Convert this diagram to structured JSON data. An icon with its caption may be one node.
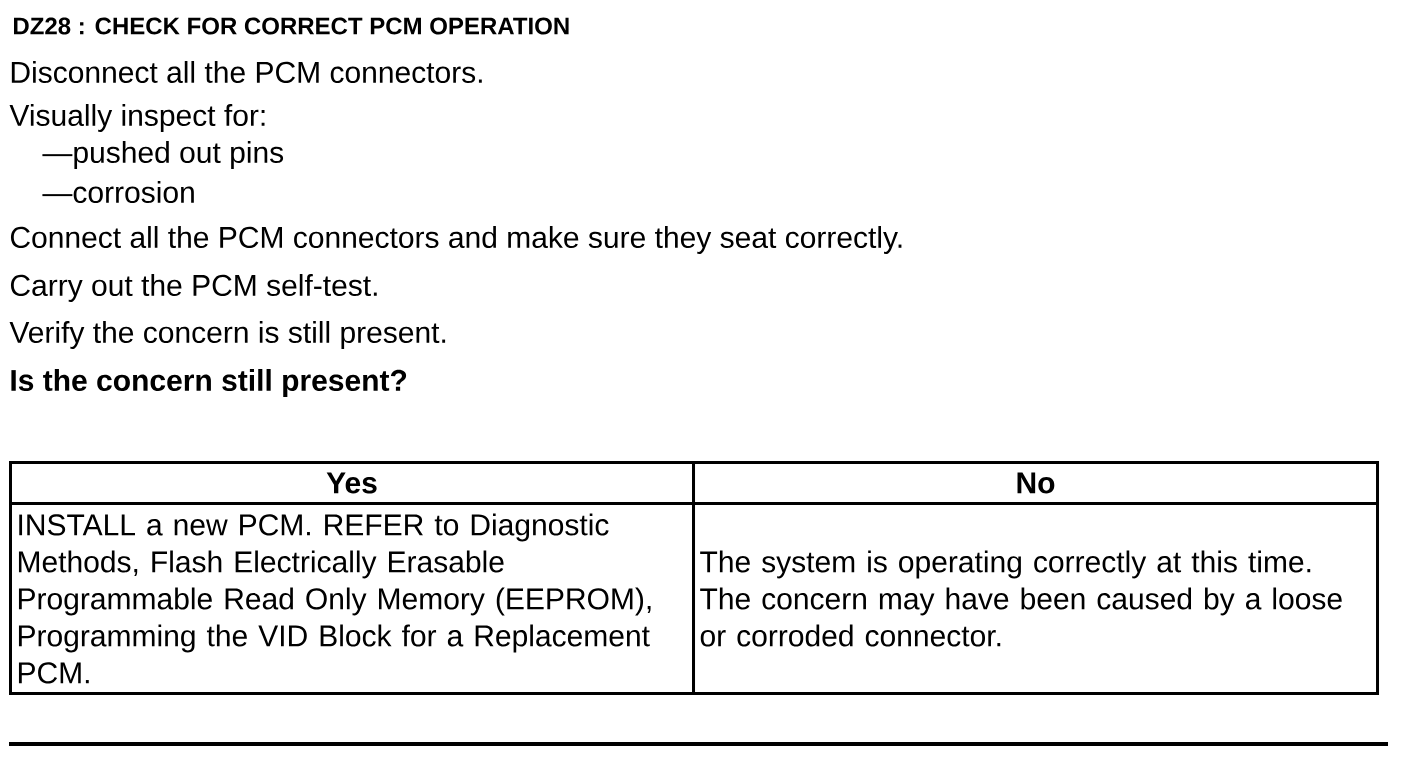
{
  "diagram": {
    "title": "DZ28 : CHECK FOR CORRECT PCM OPERATION",
    "labels": [
      "Disconnect all the PCM connectors.",
      "Visually inspect for:",
      "—pushed out pins",
      "—corrosion",
      "Connect all the PCM connectors and make sure they seat correctly.",
      "Carry out the PCM self-test.",
      "Verify the concern is still present.",
      "Is the concern still present?",
      "Yes",
      "No",
      "INSTALL a new PCM. REFER to Diagnostic Methods, Flash Electrically Erasable Programmable Read Only Memory (EEPROM), Programming the VID Block for a Replacement PCM.",
      "The system is operating correctly at this time. The concern may have been caused by a loose or corroded connector."
    ]
  }
}
